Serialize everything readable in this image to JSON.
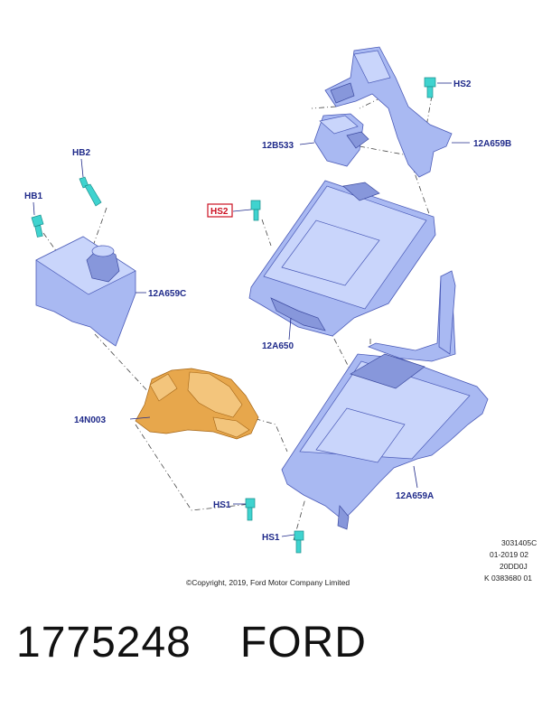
{
  "labels": {
    "hb2": "HB2",
    "hb1": "HB1",
    "c12a659c": "12A659C",
    "n14n003": "14N003",
    "hs1_upper": "HS1",
    "hs1_lower": "HS1",
    "hs2_highlight": "HS2",
    "c12a650": "12A650",
    "c12a659a": "12A659A",
    "c12b533": "12B533",
    "hs2_top": "HS2",
    "c12a659b": "12A659B"
  },
  "copyright": "©Copyright, 2019, Ford Motor Company Limited",
  "diagram_codes": [
    "3031405C",
    "01-2019 02",
    "20DD0J",
    "K 0383680 01"
  ],
  "footer": {
    "part_number": "1775248",
    "brand": "FORD"
  },
  "colors": {
    "label": "#1f2a8a",
    "highlight": "#cc1122",
    "part": "#a9b9f2",
    "fastener": "#3fd3cf",
    "insulator": "#e7a74c"
  }
}
